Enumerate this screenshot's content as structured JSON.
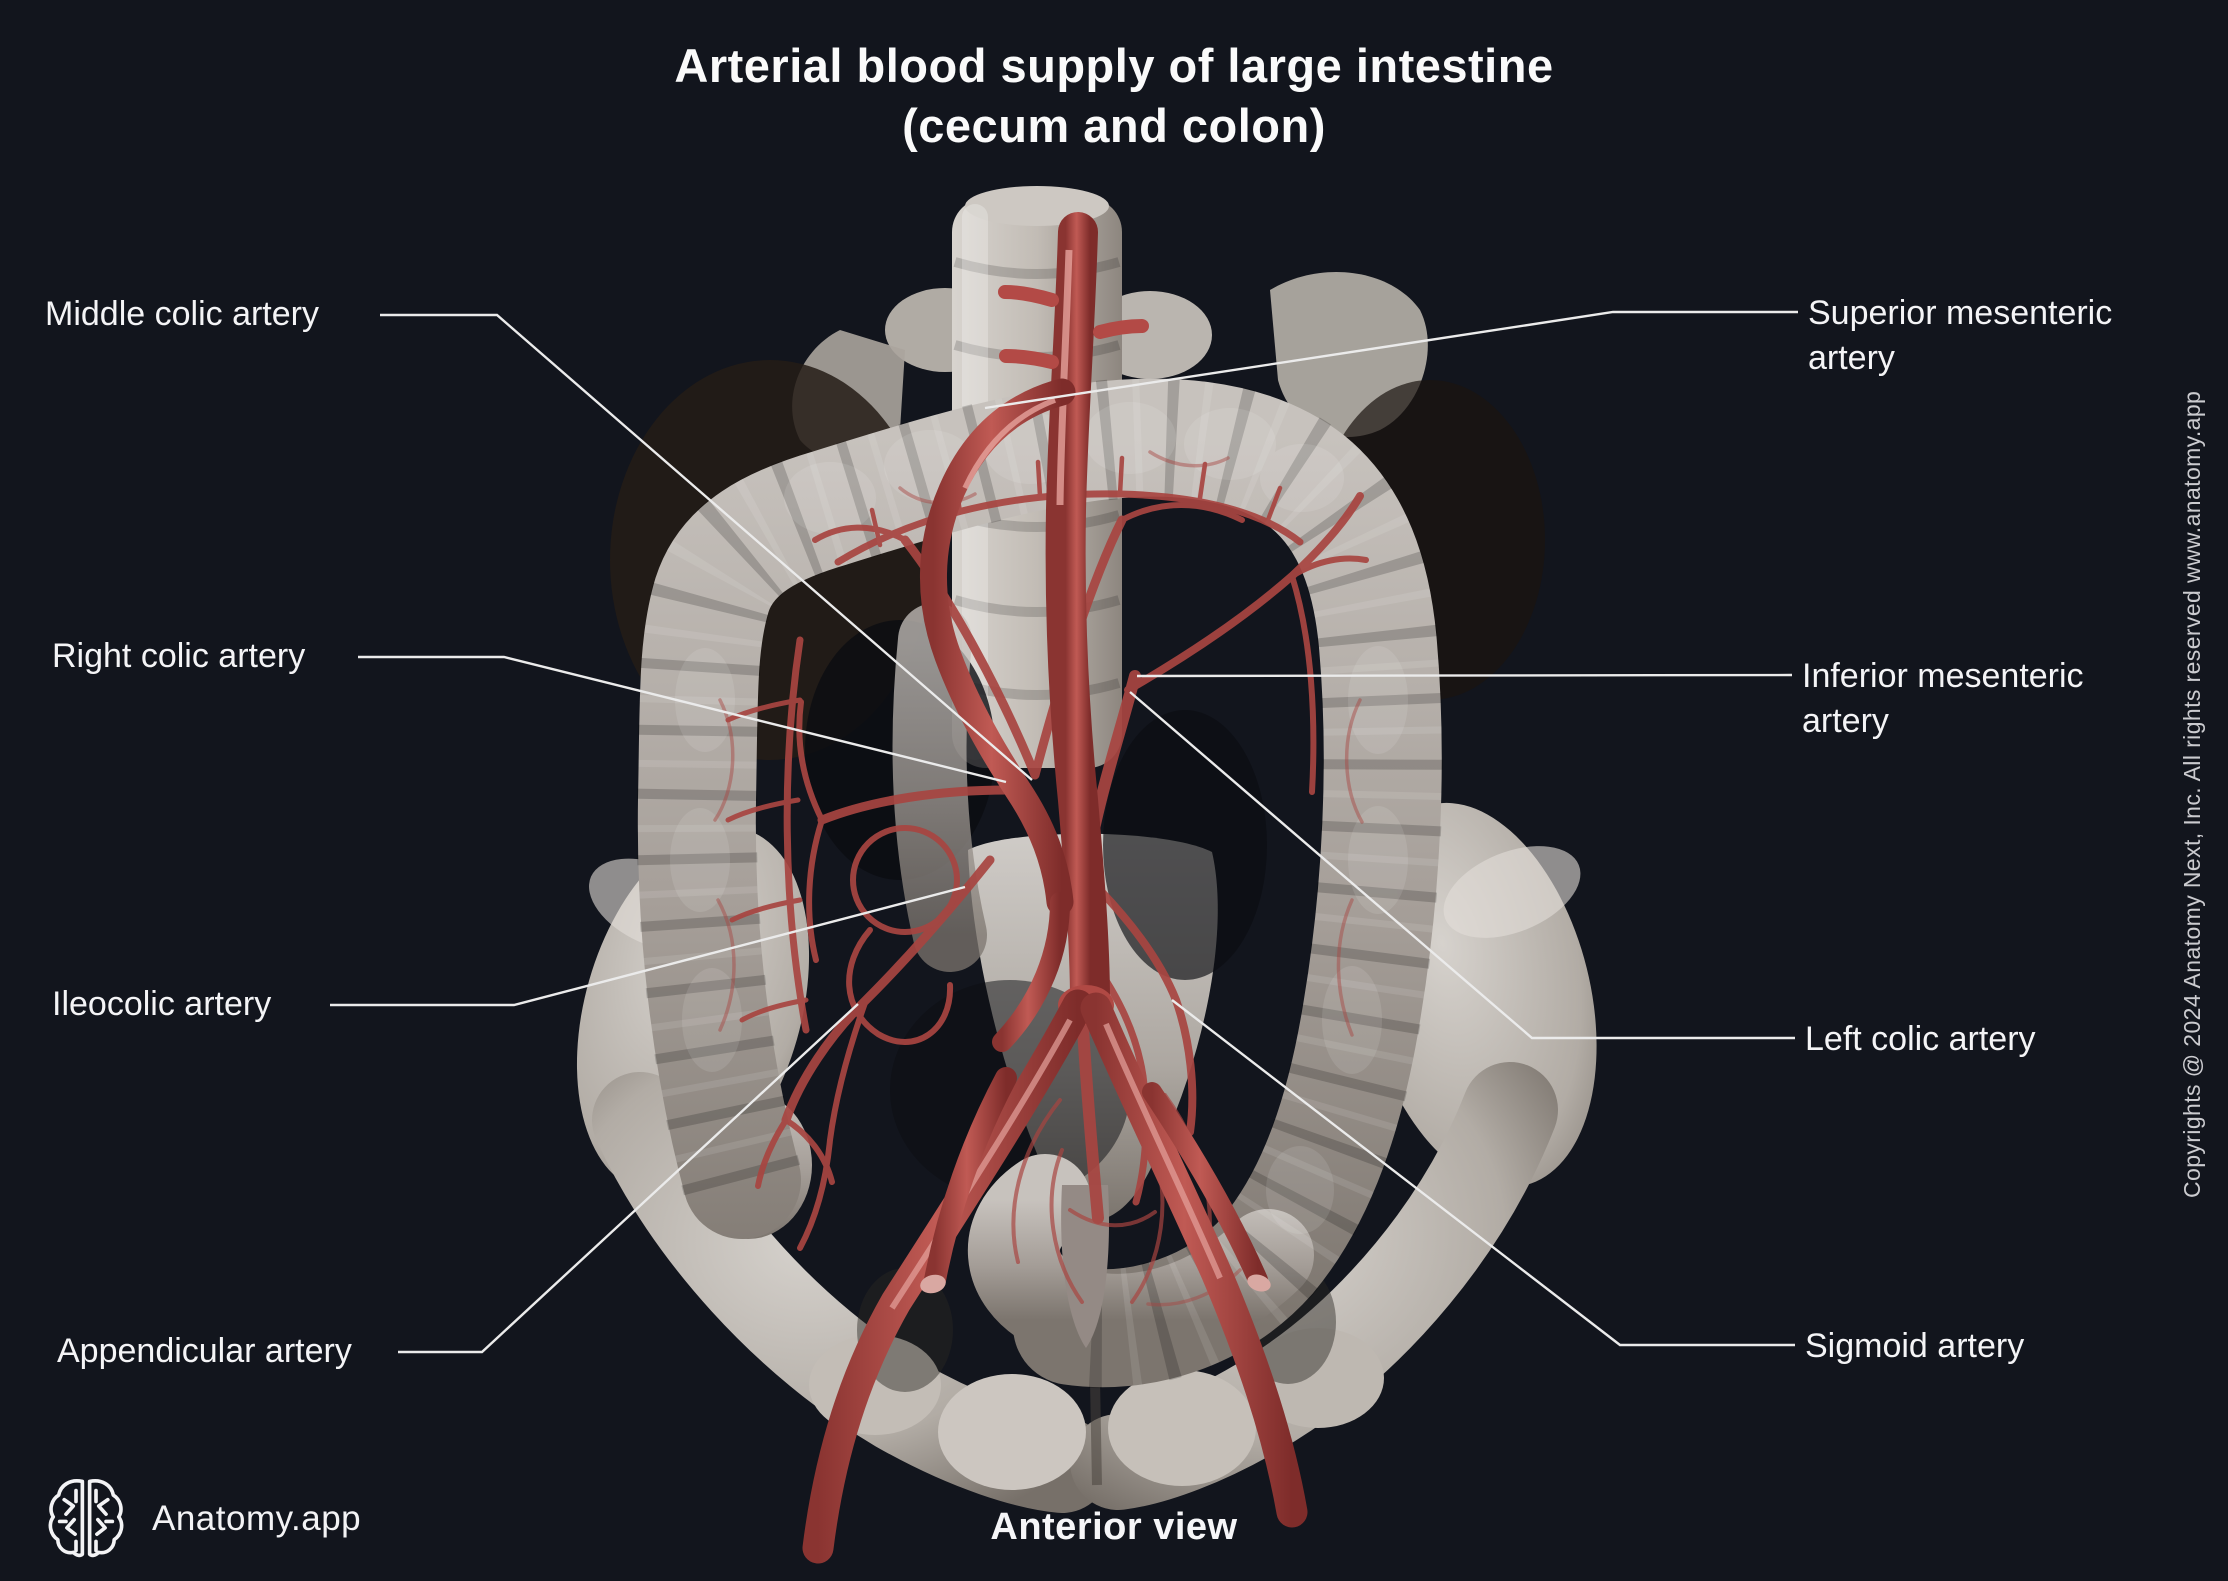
{
  "title": {
    "line1": "Arterial blood supply of large intestine",
    "line2": "(cecum and colon)"
  },
  "labels": {
    "left": [
      {
        "id": "middle-colic-artery",
        "text": "Middle colic artery"
      },
      {
        "id": "right-colic-artery",
        "text": "Right colic artery"
      },
      {
        "id": "ileocolic-artery",
        "text": "Ileocolic artery"
      },
      {
        "id": "appendicular-artery",
        "text": "Appendicular artery"
      }
    ],
    "right": [
      {
        "id": "superior-mesenteric-artery",
        "text": "Superior mesenteric artery"
      },
      {
        "id": "inferior-mesenteric-artery",
        "text": "Inferior mesenteric artery"
      },
      {
        "id": "left-colic-artery",
        "text": "Left colic artery"
      },
      {
        "id": "sigmoid-artery",
        "text": "Sigmoid artery"
      }
    ]
  },
  "caption": "Anterior view",
  "branding": {
    "app_name": "Anatomy.app",
    "logo_icon": "brain-icon"
  },
  "copyright": "Copyrights @ 2024 Anatomy Next, Inc. All rights reserved www.anatomy.app",
  "colors": {
    "background": "#12151d",
    "text": "#f4f4f6",
    "leader_line": "#ebebeb",
    "artery": "#b34a46",
    "artery_highlight": "#dd9a92",
    "bone": "#cfcac4",
    "colon": "#aaa39d"
  }
}
